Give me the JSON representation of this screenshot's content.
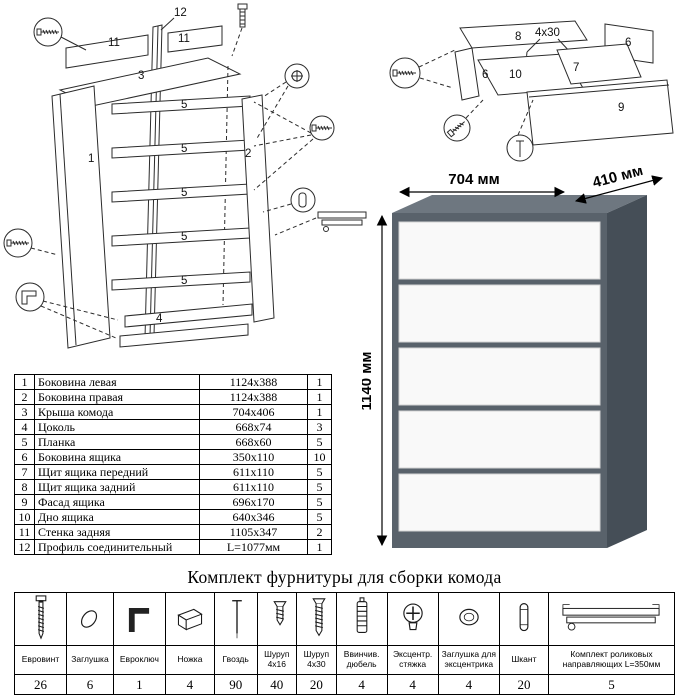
{
  "title": "Комплект фурнитуры для сборки комода",
  "dresser": {
    "width_label": "704 мм",
    "depth_label": "410 мм",
    "height_label": "1140 мм"
  },
  "left_diagram": {
    "labels": [
      "12",
      "11",
      "11",
      "3",
      "1",
      "2",
      "5",
      "5",
      "5",
      "5",
      "5",
      "4"
    ]
  },
  "right_diagram": {
    "labels": [
      "8",
      "4x30",
      "6",
      "6",
      "10",
      "7",
      "9"
    ]
  },
  "parts_table": {
    "rows": [
      {
        "num": "1",
        "name": "Боковина левая",
        "size": "1124x388",
        "qty": "1"
      },
      {
        "num": "2",
        "name": "Боковина правая",
        "size": "1124x388",
        "qty": "1"
      },
      {
        "num": "3",
        "name": "Крыша комода",
        "size": "704x406",
        "qty": "1"
      },
      {
        "num": "4",
        "name": "Цоколь",
        "size": "668x74",
        "qty": "3"
      },
      {
        "num": "5",
        "name": "Планка",
        "size": "668x60",
        "qty": "5"
      },
      {
        "num": "6",
        "name": "Боковина ящика",
        "size": "350x110",
        "qty": "10"
      },
      {
        "num": "7",
        "name": "Щит ящика передний",
        "size": "611x110",
        "qty": "5"
      },
      {
        "num": "8",
        "name": "Щит ящика задний",
        "size": "611x110",
        "qty": "5"
      },
      {
        "num": "9",
        "name": "Фасад ящика",
        "size": "696x170",
        "qty": "5"
      },
      {
        "num": "10",
        "name": "Дно ящика",
        "size": "640x346",
        "qty": "5"
      },
      {
        "num": "11",
        "name": "Стенка задняя",
        "size": "1105x347",
        "qty": "2"
      },
      {
        "num": "12",
        "name": "Профиль соединительный",
        "size": "L=1077мм",
        "qty": "1"
      }
    ]
  },
  "hardware_table": {
    "items": [
      {
        "icon": "euroscrew-icon",
        "name": "Евровинт",
        "qty": "26"
      },
      {
        "icon": "plug-icon",
        "name": "Заглушка",
        "qty": "6"
      },
      {
        "icon": "hexkey-icon",
        "name": "Евроключ",
        "qty": "1"
      },
      {
        "icon": "foot-icon",
        "name": "Ножка",
        "qty": "4"
      },
      {
        "icon": "nail-icon",
        "name": "Гвоздь",
        "qty": "90"
      },
      {
        "icon": "screw-4x16-icon",
        "name": "Шуруп 4х16",
        "qty": "40"
      },
      {
        "icon": "screw-4x30-icon",
        "name": "Шуруп 4х30",
        "qty": "20"
      },
      {
        "icon": "dowel-screw-icon",
        "name": "Ввинчив. дюбель",
        "qty": "4"
      },
      {
        "icon": "cam-lock-icon",
        "name": "Эксцентр. стяжка",
        "qty": "4"
      },
      {
        "icon": "cam-plug-icon",
        "name": "Заглушка для эксцентрика",
        "qty": "4"
      },
      {
        "icon": "wood-dowel-icon",
        "name": "Шкант",
        "qty": "20"
      },
      {
        "icon": "drawer-slides-icon",
        "name": "Комплект роликовых направляющих L=350мм",
        "qty": "5"
      }
    ]
  }
}
